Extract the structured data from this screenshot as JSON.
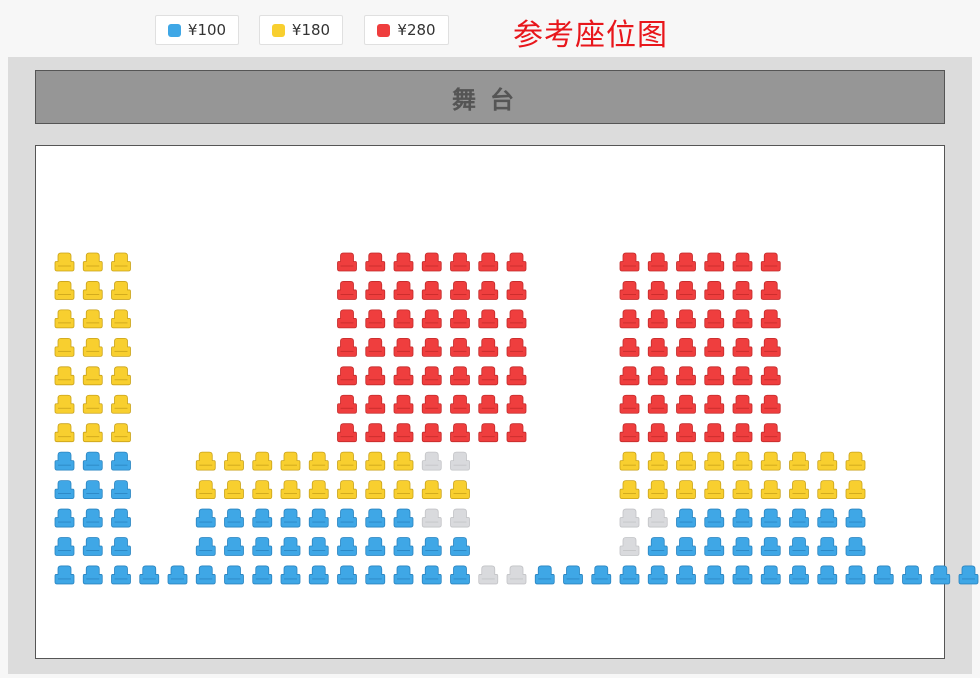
{
  "legend": [
    {
      "label": "¥100",
      "color": "#3fa7e6"
    },
    {
      "label": "¥180",
      "color": "#f8cf2f"
    },
    {
      "label": "¥280",
      "color": "#ef3e3e"
    }
  ],
  "title": "参考座位图",
  "stage_label": "舞台",
  "colors": {
    "blue": "#3fa7e6",
    "yellow": "#f8cf2f",
    "red": "#ef3e3e",
    "sold": "#d9dadd"
  },
  "seat_rows": [
    "YYY.......RRRRRRR...RRRRRR.......YYY",
    "YYY.......RRRRRRR...RRRRRR.......YYY",
    "YYY.......RRRRRRR...RRRRRR.......YYY",
    "YYY.......RRRRRRR...RRRRRR.......YYY",
    "YYY.......RRRRRRR...RRRRRR.......YYY",
    "YYY.......RRRRRRR...RRRRRR.......YYY",
    "YYY.......RRRRRRR...RRRRRR.......YYY",
    "BBB..YYYYYYYYSS.....YYYYYYYYY....BBB",
    "BBB..YYYYYYYYYY.....YYYYYYYYY....BBB",
    "BBB..BBBBBBBBSS.....SSBBBBBBB....BBB",
    "BBB..BBBBBBBBBB.....SBBBBBBBB....BBB",
    "BBBBBBBBBBBBBBBSSBBBBBBBBBBBBBBBBBBB"
  ]
}
